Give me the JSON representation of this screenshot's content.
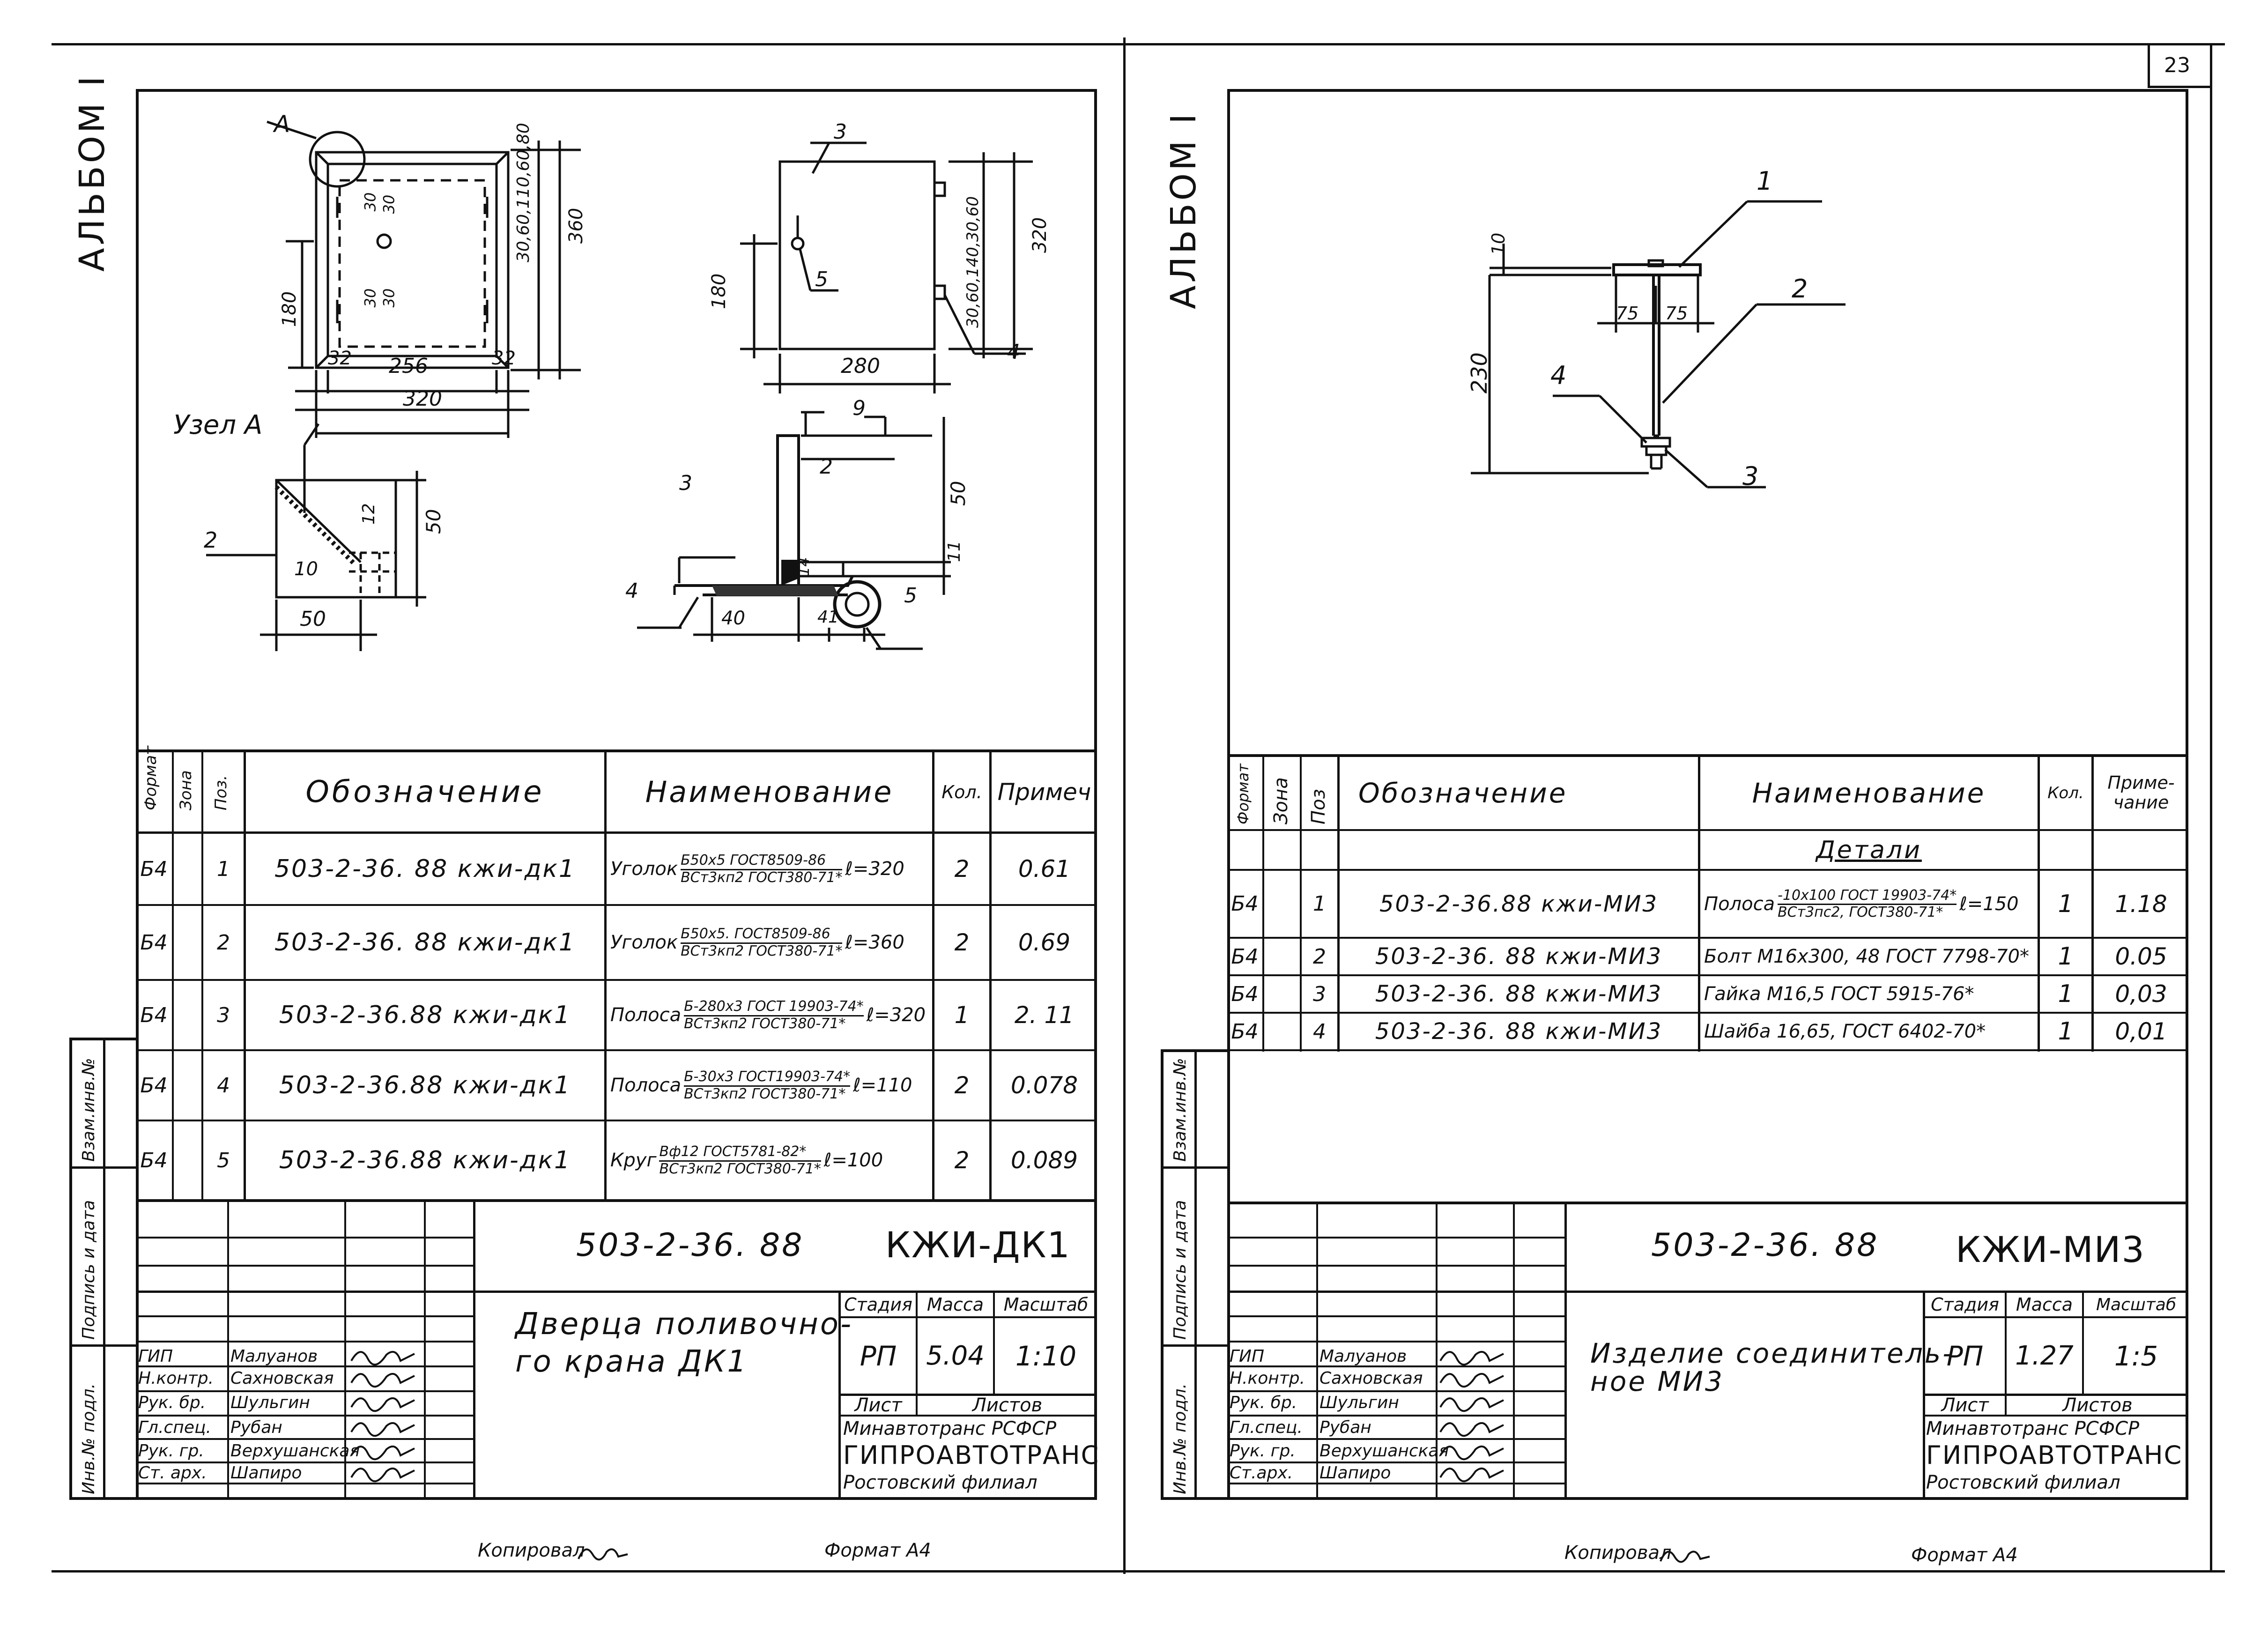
{
  "page_number": "23",
  "left": {
    "album": "АЛЬБОМ I",
    "drawing": {
      "callout_a": "А",
      "node_title": "Узел А",
      "dims": {
        "d180": "180",
        "d30a": "30",
        "d30b": "30",
        "d30c": "30",
        "d30d": "30",
        "vert_right": "30,60,110,60,80",
        "d360": "360",
        "w32l": "32",
        "w256": "256",
        "w32r": "32",
        "w320": "320",
        "p3": "3",
        "p5": "5",
        "p4": "4",
        "d180b": "180",
        "d280": "280",
        "side_dims": "30,60,140,30,60",
        "d320v": "320",
        "n2": "2",
        "n10": "10",
        "n12": "12",
        "n50v": "50",
        "n50h": "50",
        "s3": "3",
        "s2": "2",
        "s9": "9",
        "s50": "50",
        "s11": "11",
        "s4": "4",
        "s5": "5",
        "s40": "40",
        "s14": "14",
        "s41": "41"
      }
    },
    "spec": {
      "headers": {
        "format": "Формат",
        "zone": "Зона",
        "pos": "Поз.",
        "designation": "Обозначение",
        "name": "Наименование",
        "qty": "Кол.",
        "note": "Примеч"
      },
      "rows": [
        {
          "format": "Б4",
          "pos": "1",
          "designation": "503-2-36. 88 кжи-дк1",
          "name_pre": "Уголок",
          "name_num": "Б50х5 ГОСТ8509-86",
          "name_den": "ВСт3кп2 ГОСТ380-71*",
          "name_post": "ℓ=320",
          "qty": "2",
          "note": "0.61"
        },
        {
          "format": "Б4",
          "pos": "2",
          "designation": "503-2-36. 88 кжи-дк1",
          "name_pre": "Уголок",
          "name_num": "Б50х5. ГОСТ8509-86",
          "name_den": "ВСт3кп2 ГОСТ380-71*",
          "name_post": "ℓ=360",
          "qty": "2",
          "note": "0.69"
        },
        {
          "format": "Б4",
          "pos": "3",
          "designation": "503-2-36.88 кжи-дк1",
          "name_pre": "Полоса",
          "name_num": "Б-280х3 ГОСТ 19903-74*",
          "name_den": "ВСт3кп2 ГОСТ380-71*",
          "name_post": "ℓ=320",
          "qty": "1",
          "note": "2. 11"
        },
        {
          "format": "Б4",
          "pos": "4",
          "designation": "503-2-36.88 кжи-дк1",
          "name_pre": "Полоса",
          "name_num": "Б-30х3 ГОСТ19903-74*",
          "name_den": "ВСт3кп2 ГОСТ380-71*",
          "name_post": "ℓ=110",
          "qty": "2",
          "note": "0.078"
        },
        {
          "format": "Б4",
          "pos": "5",
          "designation": "503-2-36.88 кжи-дк1",
          "name_pre": "Круг",
          "name_num": "Вф12 ГОСТ5781-82*",
          "name_den": "ВСт3кп2 ГОСТ380-71*",
          "name_post": "ℓ=100",
          "qty": "2",
          "note": "0.089"
        }
      ]
    },
    "side_labels": [
      "Взам.инв.№",
      "Подпись и дата",
      "Инв.№ подл."
    ],
    "title_block": {
      "doc_code": "503-2-36. 88",
      "mark": "КЖИ-ДК1",
      "title_line1": "Дверца поливочно-",
      "title_line2": "го крана ДК1",
      "stage_label": "Стадия",
      "mass_label": "Масса",
      "scale_label": "Масштаб",
      "stage": "РП",
      "mass": "5.04",
      "scale": "1:10",
      "sheet_label": "Лист",
      "sheets_label": "Листов",
      "org1": "Минавтотранс РСФСР",
      "org2": "ГИПРОАВТОТРАНС",
      "org3": "Ростовский филиал",
      "roles": [
        {
          "role": "ГИП",
          "name": "Малуанов"
        },
        {
          "role": "Н.контр.",
          "name": "Сахновская"
        },
        {
          "role": "Рук. бр.",
          "name": "Шульгин"
        },
        {
          "role": "Гл.спец.",
          "name": "Рубан"
        },
        {
          "role": "Рук. гр.",
          "name": "Верхушанская"
        },
        {
          "role": "Ст. арх.",
          "name": "Шапиро"
        }
      ]
    },
    "footer_copied": "Копировал",
    "footer_format": "Формат А4"
  },
  "right": {
    "album": "АЛЬБОМ I",
    "drawing": {
      "c1": "1",
      "c2": "2",
      "c3": "3",
      "c4": "4",
      "d10": "10",
      "d75a": "75",
      "d75b": "75",
      "d230": "230"
    },
    "spec": {
      "headers": {
        "format": "Формат",
        "zone": "Зона",
        "pos": "Поз",
        "designation": "Обозначение",
        "name": "Наименование",
        "qty": "Кол.",
        "note": "Приме-чание"
      },
      "section": "Детали",
      "rows": [
        {
          "format": "Б4",
          "pos": "1",
          "designation": "503-2-36.88 кжи-МИ3",
          "name_pre": "Полоса",
          "name_num": "-10х100 ГОСТ 19903-74*",
          "name_den": "ВСт3пс2, ГОСТ380-71*",
          "name_post": "ℓ=150",
          "qty": "1",
          "note": "1.18"
        },
        {
          "format": "Б4",
          "pos": "2",
          "designation": "503-2-36. 88 кжи-МИ3",
          "name_pre": "Болт М16х300, 48 ГОСТ 7798-70*",
          "qty": "1",
          "note": "0.05"
        },
        {
          "format": "Б4",
          "pos": "3",
          "designation": "503-2-36. 88 кжи-МИ3",
          "name_pre": "Гайка М16,5 ГОСТ 5915-76*",
          "qty": "1",
          "note": "0,03"
        },
        {
          "format": "Б4",
          "pos": "4",
          "designation": "503-2-36. 88 кжи-МИ3",
          "name_pre": "Шайба 16,65, ГОСТ 6402-70*",
          "qty": "1",
          "note": "0,01"
        }
      ]
    },
    "side_labels": [
      "Взам.инв.№",
      "Подпись и дата",
      "Инв.№ подл."
    ],
    "title_block": {
      "doc_code": "503-2-36. 88",
      "mark": "КЖИ-МИ3",
      "title_line1": "Изделие соединитель-",
      "title_line2": "ное МИ3",
      "stage_label": "Стадия",
      "mass_label": "Масса",
      "scale_label": "Масштаб",
      "stage": "РП",
      "mass": "1.27",
      "scale": "1:5",
      "sheet_label": "Лист",
      "sheets_label": "Листов",
      "org1": "Минавтотранс РСФСР",
      "org2": "ГИПРОАВТОТРАНС",
      "org3": "Ростовский филиал",
      "roles": [
        {
          "role": "ГИП",
          "name": "Малуанов"
        },
        {
          "role": "Н.контр.",
          "name": "Сахновская"
        },
        {
          "role": "Рук. бр.",
          "name": "Шульгин"
        },
        {
          "role": "Гл.спец.",
          "name": "Рубан"
        },
        {
          "role": "Рук. гр.",
          "name": "Верхушанская"
        },
        {
          "role": "Ст.арх.",
          "name": "Шапиро"
        }
      ]
    },
    "footer_copied": "Копировал",
    "footer_format": "Формат А4"
  }
}
